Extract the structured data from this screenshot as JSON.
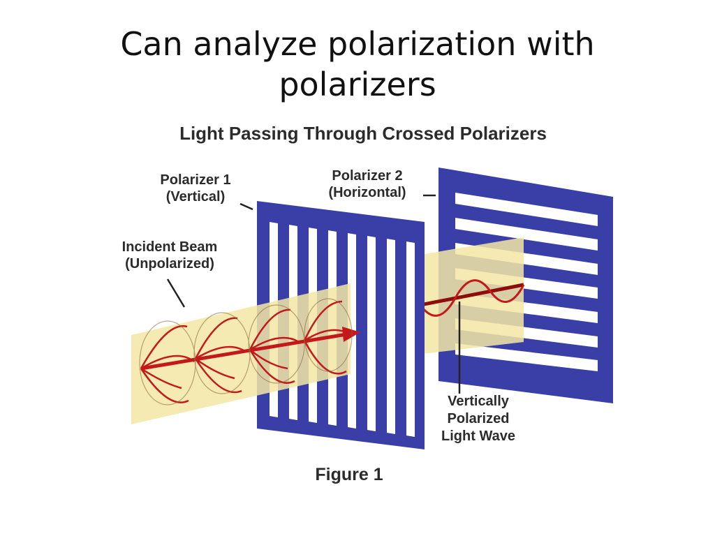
{
  "slide": {
    "title_line1": "Can analyze polarization with",
    "title_line2": "polarizers"
  },
  "figure": {
    "heading": "Light Passing Through Crossed Polarizers",
    "polarizer1": {
      "line1": "Polarizer 1",
      "line2": "(Vertical)"
    },
    "polarizer2": {
      "line1": "Polarizer 2",
      "line2": "(Horizontal)"
    },
    "incident": {
      "line1": "Incident Beam",
      "line2": "(Unpolarized)"
    },
    "polarized_wave": {
      "line1": "Vertically",
      "line2": "Polarized",
      "line3": "Light Wave"
    },
    "caption": "Figure 1"
  },
  "colors": {
    "polarizer_blue": "#3a3fa8",
    "beam_yellow": "#f3e7a4",
    "wave_red": "#c4181a",
    "dark_red": "#8e0c0c",
    "label_text": "#2b2b2b"
  }
}
